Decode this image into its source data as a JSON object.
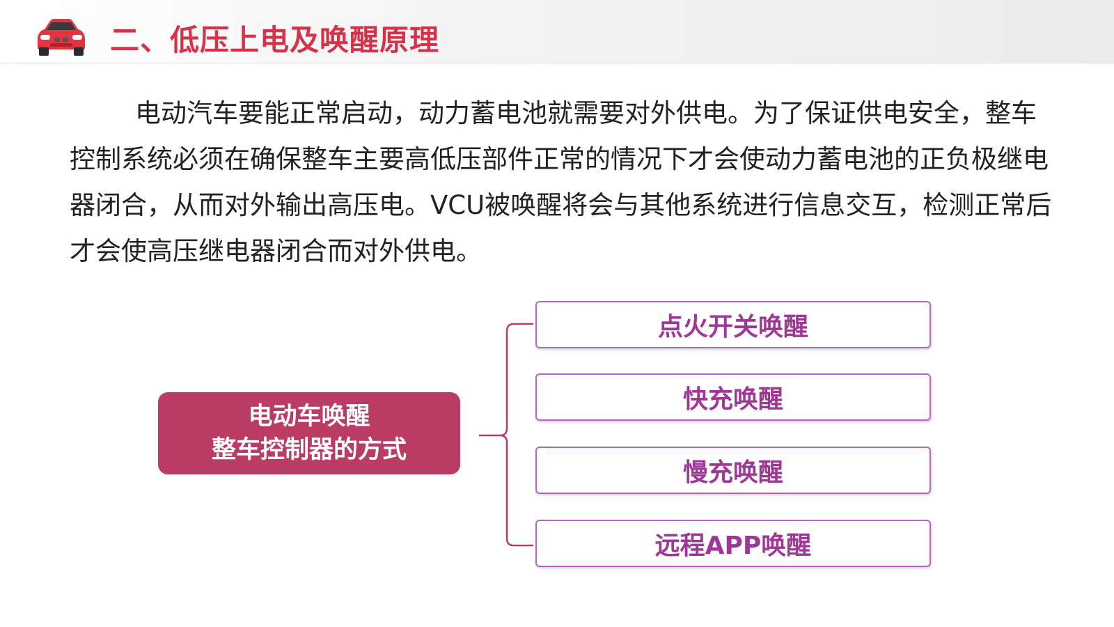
{
  "header": {
    "title": "二、低压上电及唤醒原理",
    "logo_icon": "red-car-icon"
  },
  "paragraph": "电动汽车要能正常启动，动力蓄电池就需要对外供电。为了保证供电安全，整车控制系统必须在确保整车主要高低压部件正常的情况下才会使动力蓄电池的正负极继电器闭合，从而对外输出高压电。VCU被唤醒将会与其他系统进行信息交互，检测正常后才会使高压继电器闭合而对外供电。",
  "diagram": {
    "center": {
      "line1": "电动车唤醒",
      "line2": "整车控制器的方式"
    },
    "methods": [
      {
        "label": "点火开关唤醒"
      },
      {
        "label": "快充唤醒"
      },
      {
        "label": "慢充唤醒"
      },
      {
        "label": "远程APP唤醒"
      }
    ]
  },
  "colors": {
    "title": "#d6324a",
    "center_box": "#ba3b64",
    "method_border": "#b265c6",
    "method_text": "#a03697",
    "bracket": "#ba3b64"
  }
}
